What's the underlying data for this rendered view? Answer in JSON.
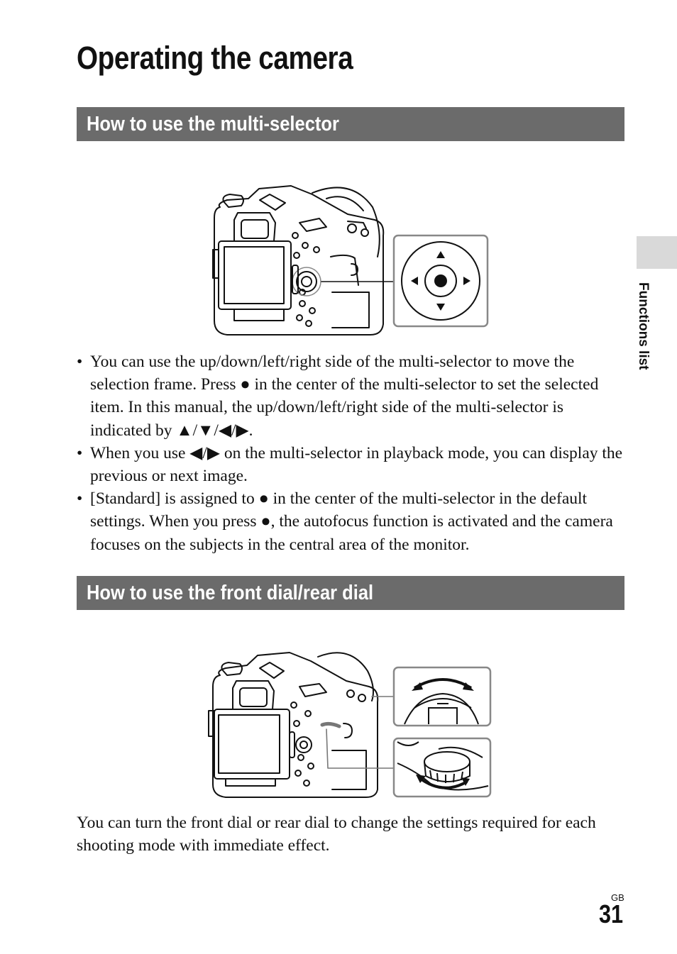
{
  "page": {
    "title": "Operating the camera",
    "side_label": "Functions list",
    "page_region": "GB",
    "page_number": "31"
  },
  "section1": {
    "heading": "How to use the multi-selector",
    "bullets": [
      "You can use the up/down/left/right side of the multi-selector to move the selection frame. Press ● in the center of the multi-selector to set the selected item. In this manual, the up/down/left/right side of the multi-selector is indicated by ▲/▼/◀/▶.",
      "When you use ◀/▶ on the multi-selector in playback mode, you can display the previous or next image.",
      "[Standard] is assigned to ● in the center of the multi-selector in the default settings. When you press ●, the autofocus function is activated and the camera focuses on the subjects in the central area of the monitor."
    ]
  },
  "section2": {
    "heading": "How to use the front dial/rear dial",
    "paragraph": "You can turn the front dial or rear dial to change the settings required for each shooting mode with immediate effect."
  },
  "figures": {
    "fig1_icon": "camera-multi-selector-illustration",
    "fig2_icon": "camera-front-rear-dial-illustration"
  }
}
